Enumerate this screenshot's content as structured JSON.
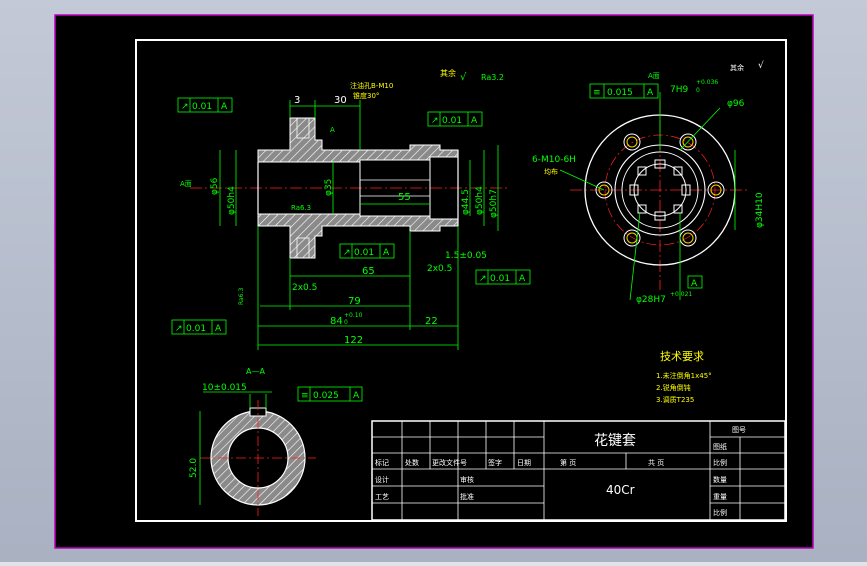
{
  "colors": {
    "background_gradient_top": "#c3c9d6",
    "background_gradient_bottom": "#a9b1c2",
    "border_magenta": "#c000c0",
    "canvas": "#000000",
    "frame_white": "#ffffff",
    "dim_green": "#00ff00",
    "part_gray": "#a0a0a0",
    "centerline_red": "#ff2020",
    "hatch_cyan": "#40a0ff",
    "hole_yellow": "#ffd000"
  },
  "main_view": {
    "tol_runout_1": "0.01",
    "datum_a": "A",
    "dim_3": "3",
    "dim_30": "30",
    "note_chamfer": "注油孔B-M10",
    "note_angle": "锥度30°",
    "section_label_a": "A",
    "label_a_left": "A面",
    "dim_d56": "φ56",
    "dim_d50h": "φ50h4",
    "dim_d35": "φ35",
    "dim_55": "55",
    "dim_d445": "φ44.5",
    "dim_d50h2": "φ50h4",
    "dim_d50h7": "φ50h7",
    "roughness_ra": "Ra6.3",
    "tol_runout_2": "0.01",
    "tol_runout_3": "0.01",
    "dim_15": "1.5±0.05",
    "dim_2x05": "2x0.5",
    "dim_2x05b": "2x0.5",
    "dim_65": "65",
    "dim_79": "79",
    "dim_84": "84",
    "dim_84_tol": "+0.10",
    "dim_84_tol0": "0",
    "dim_22": "22",
    "dim_122": "122",
    "tol_runout_4": "0.01",
    "tol_runout_5": "0.01",
    "roughness_mark": "Ra6.3",
    "rough_global_label": "其余",
    "rough_global_val": "Ra3.2",
    "corner_rough": "其余"
  },
  "end_view": {
    "sym_tol": "0.015",
    "datum_a": "A",
    "dim_7h9": "7H9",
    "dim_7h9_tol": "+0.036",
    "dim_7h9_tol0": "0",
    "dim_d96": "φ96",
    "label_holes": "6-M10-6H",
    "label_holes2": "均布",
    "dim_34h10": "φ34H10",
    "dim_28h7": "φ28H7",
    "dim_28h7_tol": "+0.021",
    "datum_box": "A",
    "top_label": "A面"
  },
  "section_view": {
    "title": "A—A",
    "dim_10": "10±0.015",
    "sym_tol": "0.025",
    "datum_a": "A",
    "dim_52": "52.0"
  },
  "tech_req": {
    "title": "技术要求",
    "items": [
      "1.未注倒角1x45°",
      "2.锐角倒钝",
      "3.调质T235"
    ]
  },
  "title_block": {
    "part_name": "花键套",
    "material": "40Cr",
    "drawing_no": "图号",
    "scale_label": "比例",
    "qty_label": "数量",
    "weight_label": "重量",
    "col_mark": "标记",
    "col_count": "处数",
    "col_file": "更改文件号",
    "col_sign": "签字",
    "col_date": "日期",
    "sheet_total": "共  页",
    "sheet_no": "第  页",
    "design": "设计",
    "check": "审核",
    "process": "工艺",
    "approve": "批准",
    "drawing_label": "图纸",
    "ratio": "比例"
  }
}
